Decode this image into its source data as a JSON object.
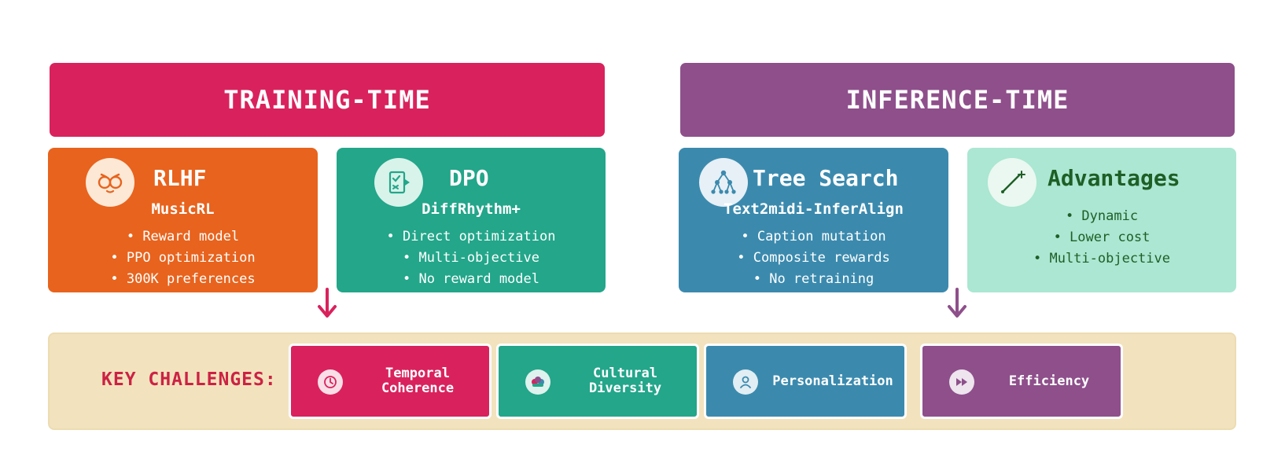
{
  "headers": {
    "training": "TRAINING-TIME",
    "inference": "INFERENCE-TIME"
  },
  "cards": {
    "rlhf": {
      "title": "RLHF",
      "subtitle": "MusicRL",
      "bullets": [
        "• Reward model",
        "• PPO optimization",
        "• 300K preferences"
      ],
      "icon": "reward-faces-icon"
    },
    "dpo": {
      "title": "DPO",
      "subtitle": "DiffRhythm+",
      "bullets": [
        "• Direct optimization",
        "• Multi-objective",
        "• No reward model"
      ],
      "icon": "checklist-icon"
    },
    "tree": {
      "title": "Tree Search",
      "subtitle": "Text2midi-InferAlign",
      "bullets": [
        "• Caption mutation",
        "• Composite rewards",
        "• No retraining"
      ],
      "icon": "tree-network-icon"
    },
    "advantages": {
      "title": "Advantages",
      "bullets": [
        "• Dynamic",
        "• Lower cost",
        "• Multi-objective"
      ],
      "icon": "sparkle-line-icon"
    }
  },
  "challenges": {
    "label": "KEY CHALLENGES:",
    "items": [
      {
        "label": "Temporal\nCoherence",
        "icon": "clock-icon"
      },
      {
        "label": "Cultural\nDiversity",
        "icon": "globe-people-icon"
      },
      {
        "label": "Personalization",
        "icon": "user-icon"
      },
      {
        "label": "Efficiency",
        "icon": "fast-forward-icon"
      }
    ]
  },
  "colors": {
    "training": "#d9225d",
    "inference": "#8e4f8b",
    "rlhf": "#e8631d",
    "dpo": "#23a68a",
    "tree": "#3b8aae",
    "advantages": "#abe7d2",
    "challenges_bg": "#f2e3be",
    "challenges_label": "#cc2244"
  }
}
